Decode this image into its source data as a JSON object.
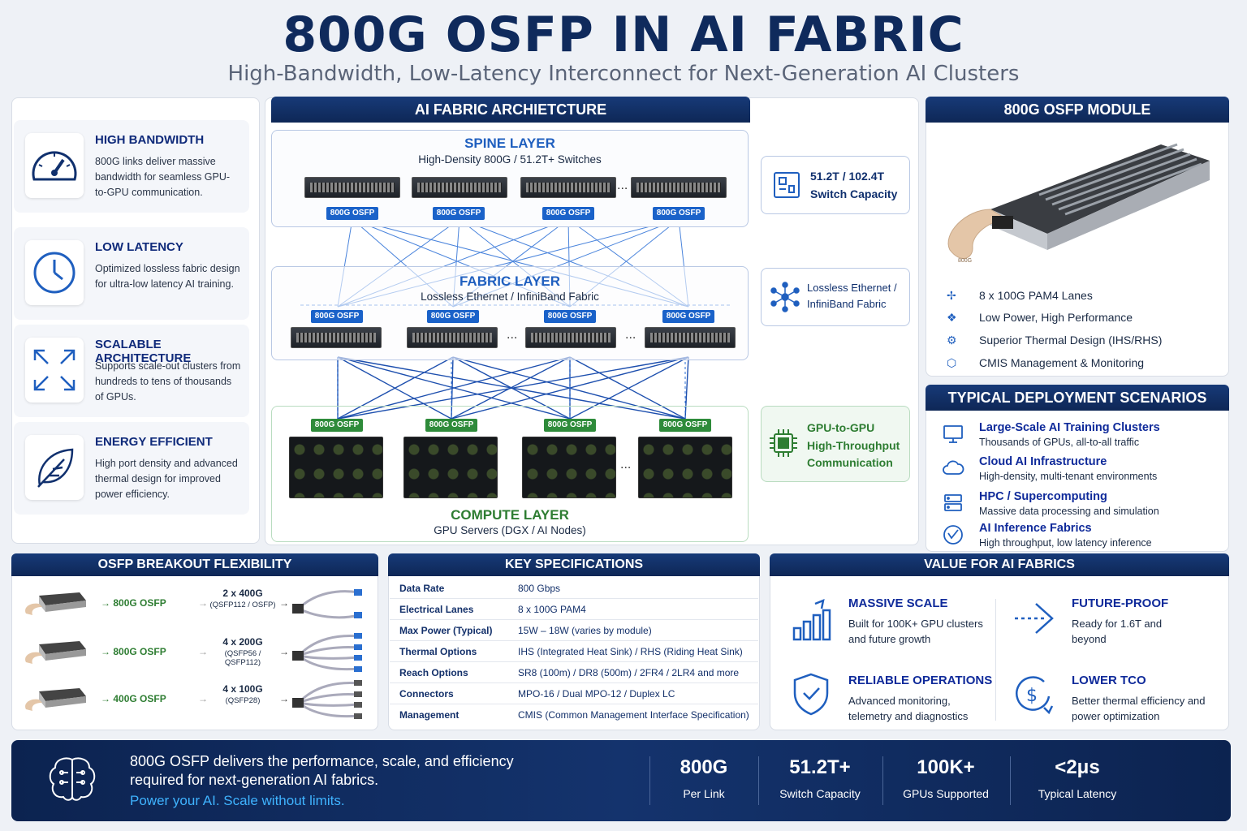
{
  "title": "800G OSFP IN AI FABRIC",
  "subtitle": "High-Bandwidth, Low-Latency Interconnect for Next-Generation AI Clusters",
  "features": [
    {
      "title": "HIGH BANDWIDTH",
      "desc": "800G links deliver massive bandwidth for seamless GPU-to-GPU communication."
    },
    {
      "title": "LOW LATENCY",
      "desc": "Optimized lossless fabric design for ultra-low latency AI training."
    },
    {
      "title": "SCALABLE ARCHITECTURE",
      "desc": "Supports scale-out clusters from hundreds to tens of thousands of GPUs."
    },
    {
      "title": "ENERGY EFFICIENT",
      "desc": "High port density and advanced thermal design for improved power efficiency."
    }
  ],
  "architecture": {
    "header": "AI FABRIC ARCHIETCTURE",
    "spine": {
      "title": "SPINE LAYER",
      "subtitle": "High-Density 800G / 51.2T+ Switches"
    },
    "fabric": {
      "title": "FABRIC LAYER",
      "subtitle": "Lossless Ethernet / InfiniBand Fabric"
    },
    "compute": {
      "title": "COMPUTE LAYER",
      "subtitle": "GPU Servers (DGX / AI Nodes)"
    },
    "badge": "800G OSFP",
    "ellipsis": "...",
    "side": [
      {
        "line1": "51.2T / 102.4T",
        "line2": "Switch Capacity"
      },
      {
        "line1": "Lossless Ethernet /",
        "line2": "InfiniBand Fabric"
      },
      {
        "line1": "GPU-to-GPU",
        "line2": "High-Throughput",
        "line3": "Communication"
      }
    ]
  },
  "module": {
    "header": "800G OSFP MODULE",
    "tag": "800G",
    "items": [
      "8 x 100G PAM4 Lanes",
      "Low Power, High Performance",
      "Superior Thermal Design (IHS/RHS)",
      "CMIS Management & Monitoring"
    ]
  },
  "deployment": {
    "header": "TYPICAL DEPLOYMENT SCENARIOS",
    "items": [
      {
        "title": "Large-Scale AI Training Clusters",
        "desc": "Thousands of GPUs, all-to-all traffic"
      },
      {
        "title": "Cloud AI Infrastructure",
        "desc": "High-density, multi-tenant environments"
      },
      {
        "title": "HPC / Supercomputing",
        "desc": "Massive data processing and simulation"
      },
      {
        "title": "AI Inference Fabrics",
        "desc": "High throughput, low latency inference"
      }
    ]
  },
  "breakout": {
    "header": "OSFP BREAKOUT FLEXIBILITY",
    "rows": [
      {
        "from": "800G OSFP",
        "to": "2 x 400G",
        "note": "(QSFP112 / OSFP)"
      },
      {
        "from": "800G OSFP",
        "to": "4 x 200G",
        "note": "(QSFP56 / QSFP112)"
      },
      {
        "from": "400G OSFP",
        "to": "4 x 100G",
        "note": "(QSFP28)"
      }
    ]
  },
  "specs": {
    "header": "KEY SPECIFICATIONS",
    "rows": [
      {
        "k": "Data Rate",
        "v": "800 Gbps"
      },
      {
        "k": "Electrical Lanes",
        "v": "8 x 100G PAM4"
      },
      {
        "k": "Max Power (Typical)",
        "v": "15W – 18W (varies by module)"
      },
      {
        "k": "Thermal Options",
        "v": "IHS (Integrated Heat Sink) / RHS (Riding Heat Sink)"
      },
      {
        "k": "Reach Options",
        "v": "SR8 (100m) / DR8 (500m) / 2FR4 / 2LR4 and more"
      },
      {
        "k": "Connectors",
        "v": "MPO-16 / Dual MPO-12 / Duplex LC"
      },
      {
        "k": "Management",
        "v": "CMIS (Common Management Interface Specification)"
      }
    ]
  },
  "value": {
    "header": "VALUE FOR AI FABRICS",
    "items": [
      {
        "title": "MASSIVE SCALE",
        "desc": "Built for 100K+ GPU clusters and future growth"
      },
      {
        "title": "FUTURE-PROOF",
        "desc": "Ready for 1.6T and beyond"
      },
      {
        "title": "RELIABLE OPERATIONS",
        "desc": "Advanced monitoring, telemetry and diagnostics"
      },
      {
        "title": "LOWER TCO",
        "desc": "Better thermal efficiency and power optimization"
      }
    ]
  },
  "footer": {
    "line1": "800G OSFP delivers the performance, scale, and efficiency",
    "line2": "required for next-generation AI fabrics.",
    "tagline": "Power your AI. Scale without limits.",
    "stats": [
      {
        "value": "800G",
        "label": "Per Link"
      },
      {
        "value": "51.2T+",
        "label": "Switch Capacity"
      },
      {
        "value": "100K+",
        "label": "GPUs Supported"
      },
      {
        "value": "<2μs",
        "label": "Typical Latency"
      }
    ]
  }
}
